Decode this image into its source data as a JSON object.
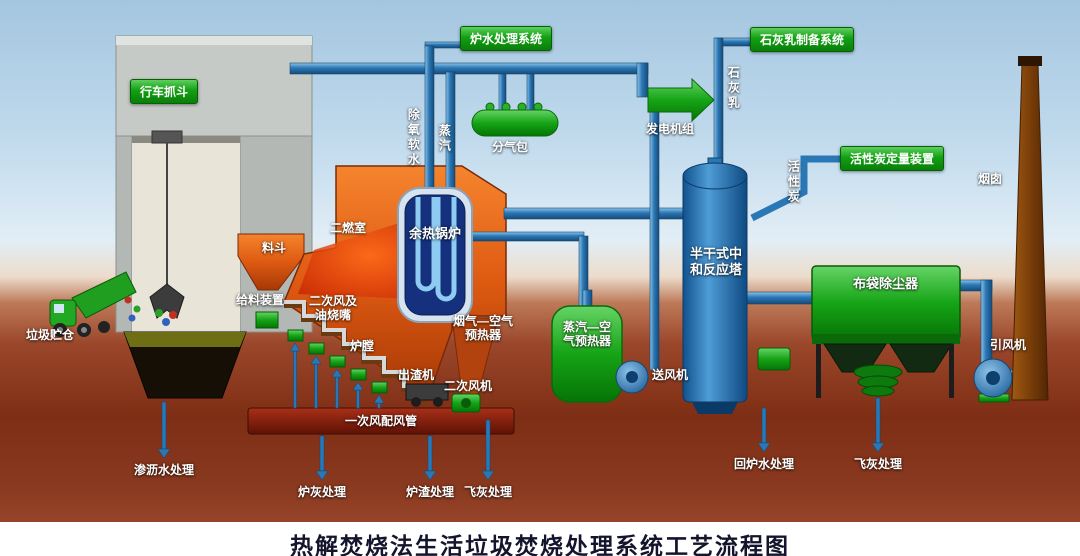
{
  "title": "热解焚烧法生活垃圾焚烧处理系统工艺流程图",
  "colors": {
    "label_green": "#0f9a12",
    "pipe_blue": "#2a77b5",
    "furnace_orange": "#e05a14",
    "tower_blue": "#2f7fc0",
    "ground_brown": "#8a3a22",
    "sky_blue": "#b9d3e6"
  },
  "green_boxes": {
    "crane_grab": "行车抓斗",
    "boiler_water_system": "炉水处理系统",
    "lime_milk_system": "石灰乳制备系统",
    "carbon_dosing_device": "活性炭定量装置"
  },
  "labels": {
    "waste_bunker": "垃圾贮仓",
    "leachate_treatment": "渗沥水处理",
    "hopper": "料斗",
    "secondary_chamber": "二燃室",
    "feeding_device": "给料装置",
    "secondary_air_oil_burner": "二次风及油烧嘴",
    "furnace_chamber": "炉膛",
    "slag_discharger": "出渣机",
    "secondary_air_fan": "二次风机",
    "primary_air_duct": "一次风配风管",
    "waste_heat_boiler": "余热锅炉",
    "deaerated_soft_water": "除氧软水",
    "steam": "蒸汽",
    "steam_drum": "分气包",
    "flue_gas_air_preheater": "烟气—空气预热器",
    "steam_air_preheater": "蒸汽—空气预热器",
    "generator_unit": "发电机组",
    "forced_draft_fan": "送风机",
    "lime_milk": "石灰乳",
    "reaction_tower": "半干式中和反应塔",
    "activated_carbon": "活性炭",
    "bag_filter": "布袋除尘器",
    "induced_draft_fan": "引风机",
    "chimney": "烟囱",
    "furnace_ash_treatment": "炉灰处理",
    "slag_treatment": "炉渣处理",
    "fly_ash_treatment_1": "飞灰处理",
    "return_water_treatment": "回炉水处理",
    "fly_ash_treatment_2": "飞灰处理"
  }
}
